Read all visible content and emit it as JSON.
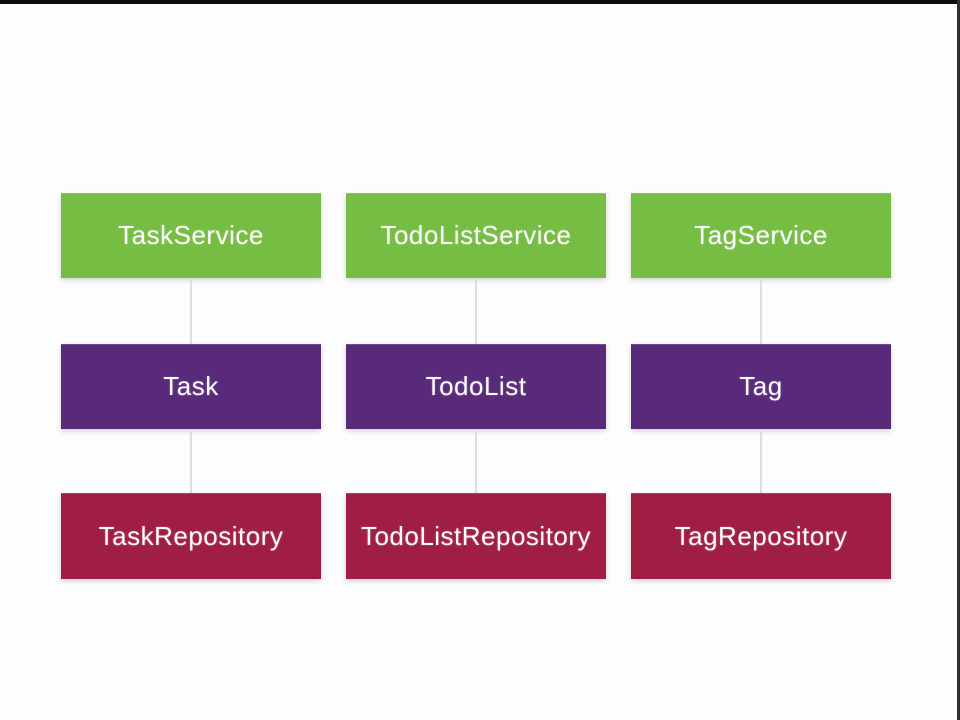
{
  "diagram": {
    "columns": [
      {
        "service": "TaskService",
        "model": "Task",
        "repository": "TaskRepository"
      },
      {
        "service": "TodoListService",
        "model": "TodoList",
        "repository": "TodoListRepository"
      },
      {
        "service": "TagService",
        "model": "Tag",
        "repository": "TagRepository"
      }
    ],
    "colors": {
      "service": "#76bd43",
      "model": "#592a7a",
      "repository": "#a01e44",
      "connector": "#dedede",
      "label_text": "#fdfdfd",
      "background": "#fdfdfd",
      "top_bar": "#0c0c0c",
      "right_edge_strip": "#2e2e2e"
    }
  }
}
